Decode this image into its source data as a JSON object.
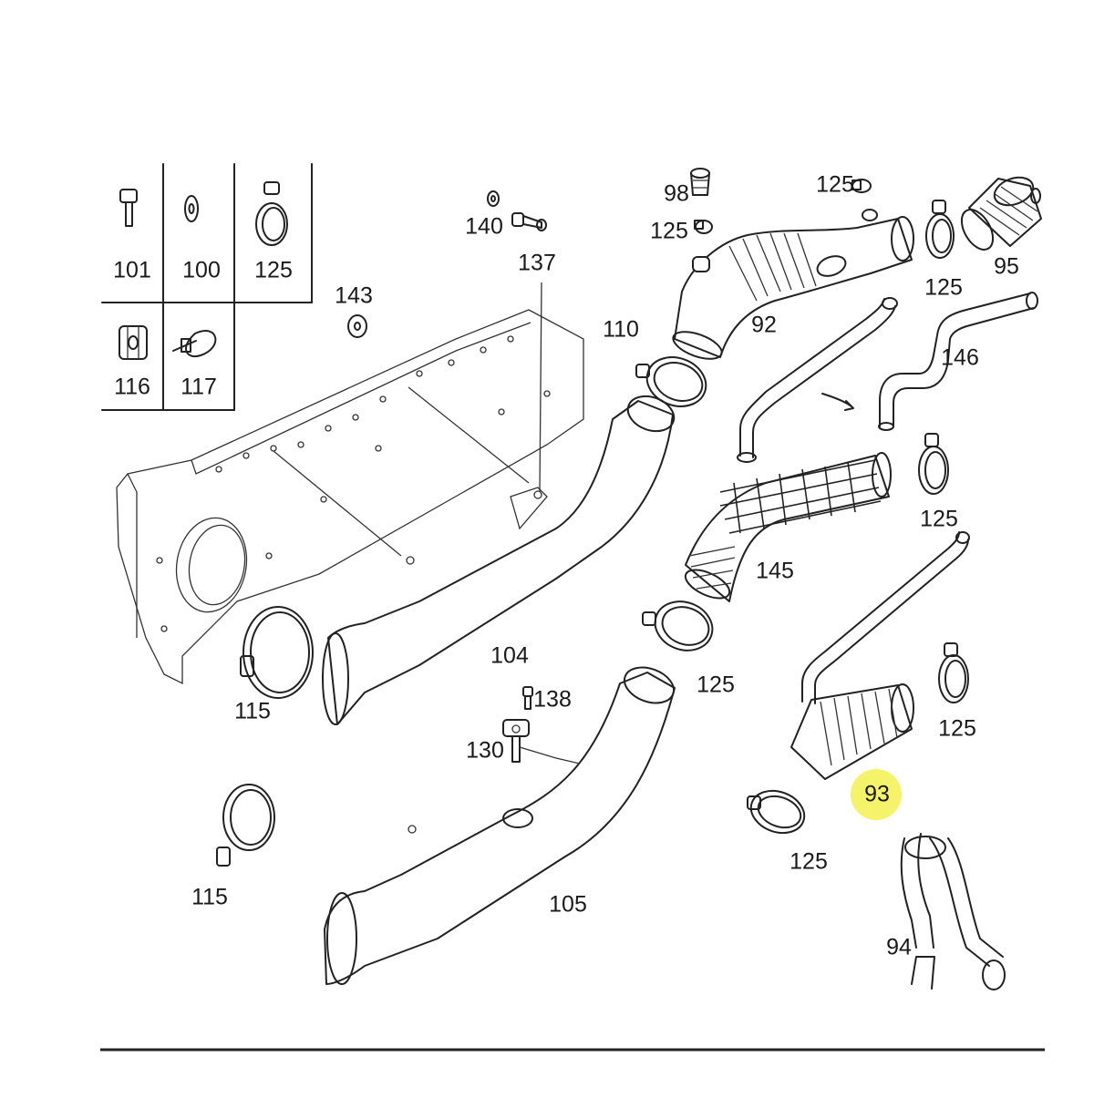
{
  "legend": {
    "items": [
      {
        "id": "101",
        "icon": "bolt-icon"
      },
      {
        "id": "100",
        "icon": "washer-icon"
      },
      {
        "id": "125",
        "icon": "hose-clamp-icon"
      },
      {
        "id": "116",
        "icon": "clip-nut-icon"
      },
      {
        "id": "117",
        "icon": "cable-tie-icon"
      }
    ]
  },
  "callouts": {
    "c140": "140",
    "c137": "137",
    "c143": "143",
    "c98": "98",
    "c125a": "125",
    "c125b": "125",
    "c125c": "125",
    "c125d": "125",
    "c125e": "125",
    "c125f": "125",
    "c125g": "125",
    "c95": "95",
    "c92": "92",
    "c110": "110",
    "c146": "146",
    "c145": "145",
    "c104": "104",
    "c115a": "115",
    "c115b": "115",
    "c138": "138",
    "c130": "130",
    "c105": "105",
    "c93": "93",
    "c94": "94"
  },
  "highlight": {
    "part": "93",
    "color": "#f4f36a"
  }
}
